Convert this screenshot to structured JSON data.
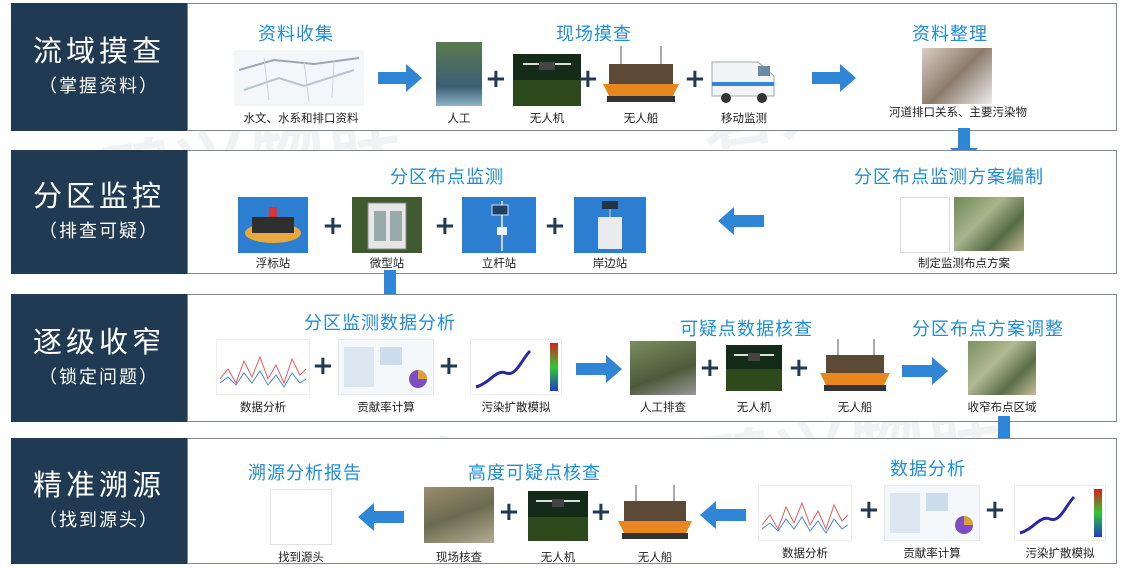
{
  "stages": [
    {
      "title": "流域摸查",
      "subtitle": "（掌握资料）"
    },
    {
      "title": "分区监控",
      "subtitle": "（排查可疑）"
    },
    {
      "title": "逐级收窄",
      "subtitle": "（锁定问题）"
    },
    {
      "title": "精准溯源",
      "subtitle": "（找到源头）"
    }
  ],
  "row1": {
    "h_collect": "资料收集",
    "h_field": "现场摸查",
    "h_organize": "资料整理",
    "c_hydro": "水文、水系和排口资料",
    "c_manual": "人工",
    "c_drone": "无人机",
    "c_boat": "无人船",
    "c_mobile": "移动监测",
    "c_river": "河道排口关系、主要污染物"
  },
  "row2": {
    "h_zone": "分区布点监测",
    "h_plan": "分区布点监测方案编制",
    "c_buoy": "浮标站",
    "c_micro": "微型站",
    "c_pole": "立杆站",
    "c_shore": "岸边站",
    "c_plan": "制定监测布点方案"
  },
  "row3": {
    "h_analysis": "分区监测数据分析",
    "h_verify": "可疑点数据核查",
    "h_adjust": "分区布点方案调整",
    "c_data": "数据分析",
    "c_contrib": "贡献率计算",
    "c_diffuse": "污染扩散模拟",
    "c_manual": "人工排查",
    "c_drone": "无人机",
    "c_boat": "无人船",
    "c_narrow": "收窄布点区域"
  },
  "row4": {
    "h_report": "溯源分析报告",
    "h_check": "高度可疑点核查",
    "h_data": "数据分析",
    "c_found": "找到源头",
    "c_site": "现场核查",
    "c_drone": "无人机",
    "c_boat": "无人船",
    "c_data": "数据分析",
    "c_contrib": "贡献率计算",
    "c_diffuse": "污染扩散模拟"
  },
  "watermark": "碧兴物联",
  "plus": "+",
  "colors": {
    "label_bg": "#1f3a52",
    "heading": "#1f8ed8",
    "arrow": "#2f86d6"
  }
}
